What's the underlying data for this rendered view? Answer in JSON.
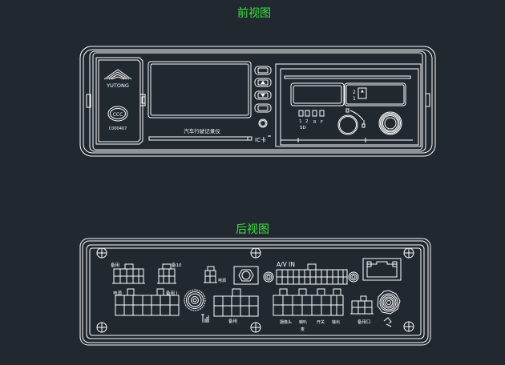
{
  "colors": {
    "background": "#212830",
    "line": "#ffffff",
    "title": "#3fe03f"
  },
  "front_view": {
    "title": "前视图",
    "brand_logo_text": "YUTONG",
    "ccc_label": "CCC",
    "cert_number": "C000407",
    "device_name": "汽车行驶记录仪",
    "ic_card_label": "IC卡",
    "buttons": [
      {
        "name": "menu",
        "glyph": ""
      },
      {
        "name": "up",
        "glyph": "▲"
      },
      {
        "name": "down",
        "glyph": "▼"
      },
      {
        "name": "ok",
        "glyph": ""
      }
    ],
    "dvr_panel": {
      "lock_labels": [
        "2",
        "1"
      ],
      "led_labels": [
        "1",
        "2",
        "R",
        "F"
      ],
      "sd_label": "SD"
    }
  },
  "rear_view": {
    "title": "后视图",
    "connectors": {
      "top_left_1": "备用",
      "top_left_2": "备10",
      "small_mid": "电源",
      "av_in": "A/V IN",
      "left_big_label": "电源",
      "left_big_label2": "备用 I",
      "center_big": "备用",
      "antenna_label": "Yıl",
      "bottom_row": [
        "摄像头",
        "喇叭",
        "开关",
        "输出"
      ],
      "bottom_row_sub": "麦",
      "right_small": "备用口"
    }
  }
}
